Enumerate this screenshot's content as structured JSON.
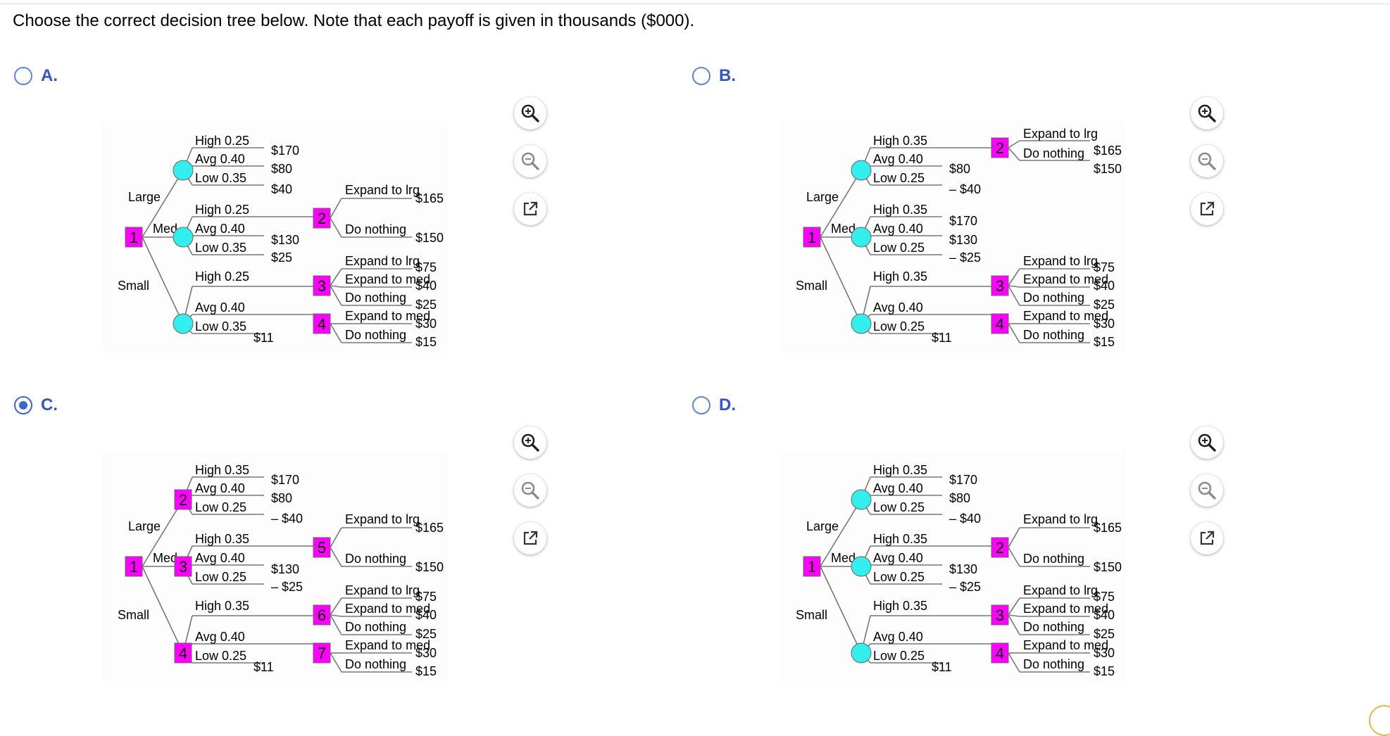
{
  "question": "Choose the correct decision tree below. Note that each payoff is given in thousands ($000).",
  "colors": {
    "decision_node": "#ff00ff",
    "chance_node": "#33eeee",
    "branch_line": "#777777",
    "radio_accent": "#3b66d0"
  },
  "icons": {
    "zoom_in": "zoom-in-icon",
    "zoom_out": "zoom-out-icon",
    "popout": "popout-icon"
  },
  "options": [
    {
      "letter": "A.",
      "selected": false,
      "tree": {
        "root": "1",
        "alts": [
          "Large",
          "Med",
          "Small"
        ],
        "large": {
          "node": "",
          "probs": [
            "High 0.25",
            "Avg 0.40",
            "Low 0.35"
          ],
          "pays": [
            "$170",
            "$80",
            "$40"
          ]
        },
        "med": {
          "node": "",
          "probs": [
            "High 0.25",
            "Avg 0.40",
            "Low 0.35"
          ],
          "pays": [
            "$130",
            "$25"
          ],
          "dec_node": "2",
          "dec_opts": [
            "Expand to lrg",
            "Do nothing"
          ],
          "dec_pays": [
            "$165",
            "$150"
          ]
        },
        "small": {
          "node": "",
          "probs": [
            "High 0.25",
            "Avg 0.40",
            "Low 0.35"
          ],
          "pay_low": "$11",
          "high_node": "3",
          "high_opts": [
            "Expand to lrg",
            "Expand to med",
            "Do nothing"
          ],
          "high_pays": [
            "$75",
            "$40",
            "$25"
          ],
          "avg_node": "4",
          "avg_opts": [
            "Expand to med",
            "Do nothing"
          ],
          "avg_pays": [
            "$30",
            "$15"
          ]
        }
      }
    },
    {
      "letter": "B.",
      "selected": false,
      "tree": {
        "root": "1",
        "alts": [
          "Large",
          "Med",
          "Small"
        ],
        "large": {
          "node": "",
          "probs": [
            "High 0.35",
            "Avg 0.40",
            "Low 0.25"
          ],
          "pays": [
            "$80",
            "– $40"
          ],
          "dec_node": "2",
          "dec_opts": [
            "Expand to lrg",
            "Do nothing"
          ],
          "dec_pays": [
            "$165",
            "$150"
          ]
        },
        "med": {
          "node": "",
          "probs": [
            "High 0.35",
            "Avg 0.40",
            "Low 0.25"
          ],
          "pays": [
            "$170",
            "$130",
            "– $25"
          ]
        },
        "small": {
          "node": "",
          "probs": [
            "High 0.35",
            "Avg 0.40",
            "Low 0.25"
          ],
          "pay_low": "$11",
          "high_node": "3",
          "high_opts": [
            "Expand to lrg",
            "Expand to med",
            "Do nothing"
          ],
          "high_pays": [
            "$75",
            "$40",
            "$25"
          ],
          "avg_node": "4",
          "avg_opts": [
            "Expand to med",
            "Do nothing"
          ],
          "avg_pays": [
            "$30",
            "$15"
          ]
        }
      }
    },
    {
      "letter": "C.",
      "selected": true,
      "tree": {
        "root": "1",
        "alts": [
          "Large",
          "Med",
          "Small"
        ],
        "large": {
          "node": "2",
          "probs": [
            "High 0.35",
            "Avg 0.40",
            "Low 0.25"
          ],
          "pays": [
            "$170",
            "$80",
            "– $40"
          ]
        },
        "med": {
          "node": "3",
          "probs": [
            "High 0.35",
            "Avg 0.40",
            "Low 0.25"
          ],
          "pays": [
            "$130",
            "– $25"
          ],
          "dec_node": "5",
          "dec_opts": [
            "Expand to lrg",
            "Do nothing"
          ],
          "dec_pays": [
            "$165",
            "$150"
          ]
        },
        "small": {
          "node": "4",
          "probs": [
            "High 0.35",
            "Avg 0.40",
            "Low 0.25"
          ],
          "pay_low": "$11",
          "high_node": "6",
          "high_opts": [
            "Expand to lrg",
            "Expand to med",
            "Do nothing"
          ],
          "high_pays": [
            "$75",
            "$40",
            "$25"
          ],
          "avg_node": "7",
          "avg_opts": [
            "Expand to med",
            "Do nothing"
          ],
          "avg_pays": [
            "$30",
            "$15"
          ]
        }
      }
    },
    {
      "letter": "D.",
      "selected": false,
      "tree": {
        "root": "1",
        "alts": [
          "Large",
          "Med",
          "Small"
        ],
        "large": {
          "node": "",
          "probs": [
            "High 0.35",
            "Avg 0.40",
            "Low 0.25"
          ],
          "pays": [
            "$170",
            "$80",
            "– $40"
          ]
        },
        "med": {
          "node": "",
          "probs": [
            "High 0.35",
            "Avg 0.40",
            "Low 0.25"
          ],
          "pays": [
            "$130",
            "– $25"
          ],
          "dec_node": "2",
          "dec_opts": [
            "Expand to lrg",
            "Do nothing"
          ],
          "dec_pays": [
            "$165",
            "$150"
          ]
        },
        "small": {
          "node": "",
          "probs": [
            "High 0.35",
            "Avg 0.40",
            "Low 0.25"
          ],
          "pay_low": "$11",
          "high_node": "3",
          "high_opts": [
            "Expand to lrg",
            "Expand to med",
            "Do nothing"
          ],
          "high_pays": [
            "$75",
            "$40",
            "$25"
          ],
          "avg_node": "4",
          "avg_opts": [
            "Expand to med",
            "Do nothing"
          ],
          "avg_pays": [
            "$30",
            "$15"
          ]
        }
      }
    }
  ]
}
